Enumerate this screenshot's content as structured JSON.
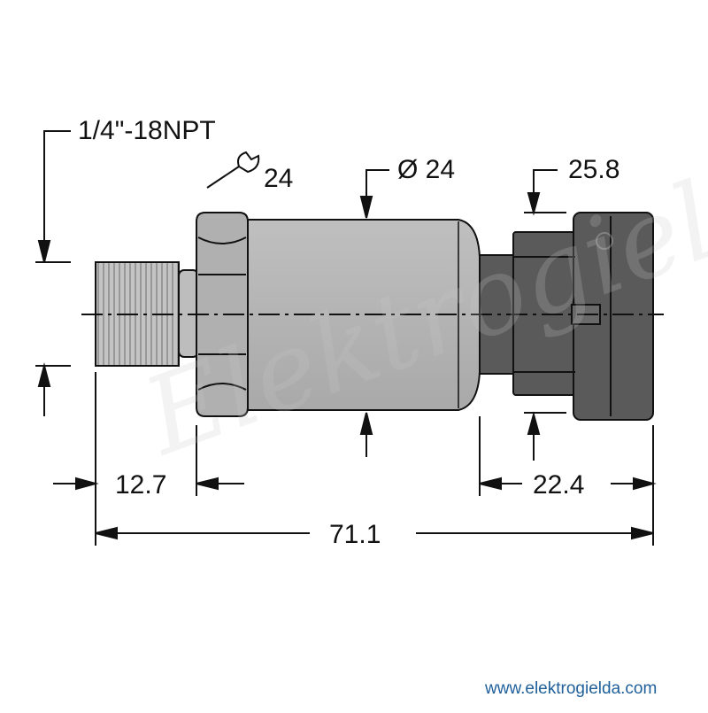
{
  "dimensions": {
    "thread": "1/4\"-18NPT",
    "wrench_size": "24",
    "diameter": "Ø 24",
    "connector_height": "25.8",
    "thread_length": "12.7",
    "connector_length": "22.4",
    "total_length": "71.1"
  },
  "watermark": {
    "text": "Elektrogielda",
    "website": "www.elektrogielda.com"
  },
  "colors": {
    "line": "#111111",
    "body_gray": "#b3b3b3",
    "connector_dark": "#5a5a5a",
    "website_blue": "#1f5f9a"
  },
  "icons": {
    "wrench": "wrench-icon",
    "registered": "registered-mark"
  }
}
